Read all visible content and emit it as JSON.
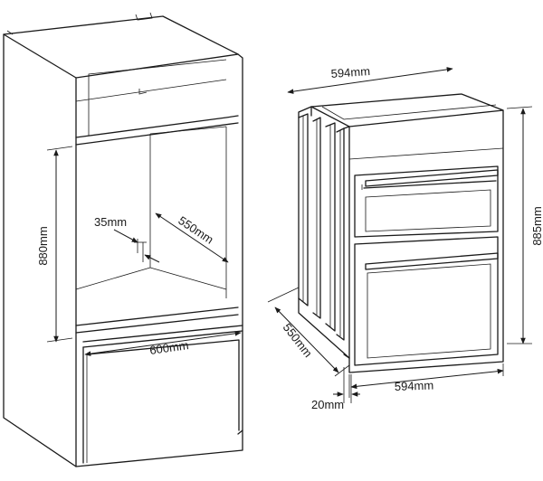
{
  "housing": {
    "height_label": "880mm",
    "depth_label": "550mm",
    "gap_label": "35mm",
    "width_label": "600mm"
  },
  "oven": {
    "width_top_label": "594mm",
    "height_label": "885mm",
    "depth_label": "550mm",
    "width_bottom_label": "594mm",
    "fascia_label": "20mm"
  }
}
